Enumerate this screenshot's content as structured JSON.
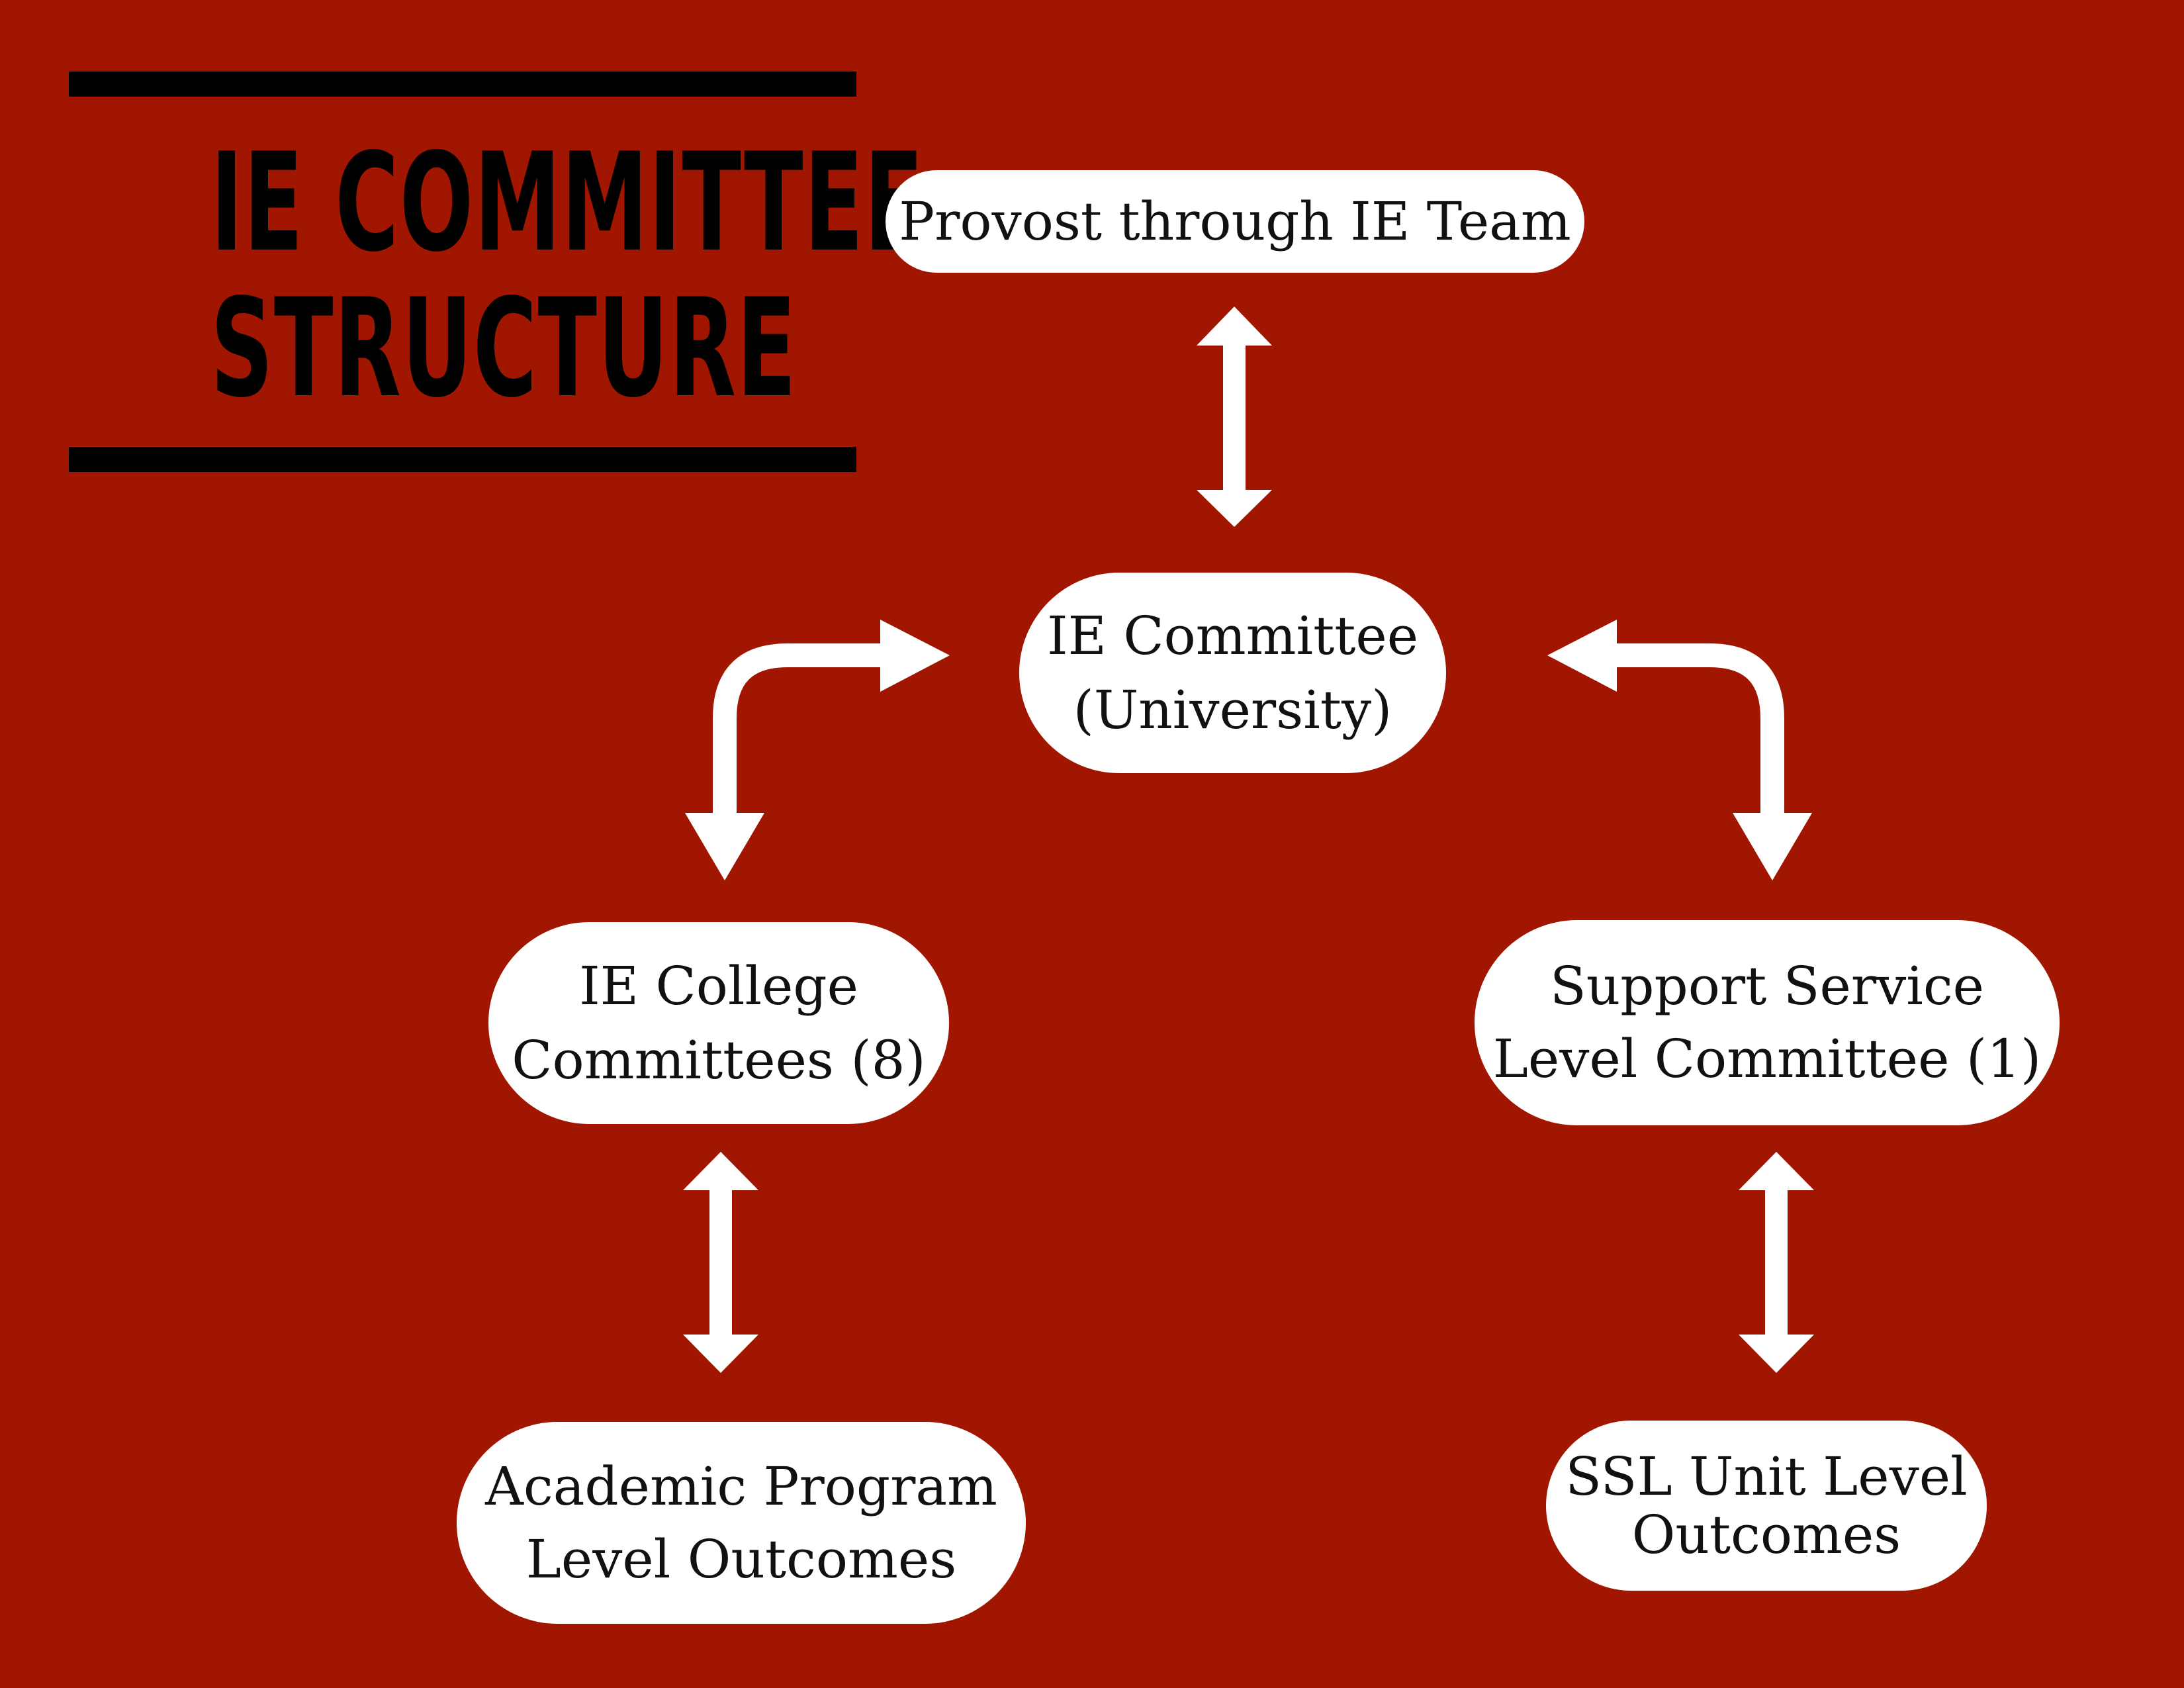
{
  "colors": {
    "background": "#a11600",
    "title_text": "#000000",
    "node_fill": "#ffffff",
    "node_text": "#111111",
    "arrow": "#ffffff"
  },
  "title": {
    "line1": "IE COMMITTEE",
    "line2": "STRUCTURE"
  },
  "nodes": {
    "provost": "Provost through IE Team",
    "ie_committee": "IE Committee\n(University)",
    "college_committees": "IE College\nCommittees (8)",
    "support_service": "Support Service\nLevel Committee (1)",
    "academic_outcomes": "Academic Program\nLevel Outcomes",
    "ssl_outcomes": "SSL Unit Level\nOutcomes"
  }
}
